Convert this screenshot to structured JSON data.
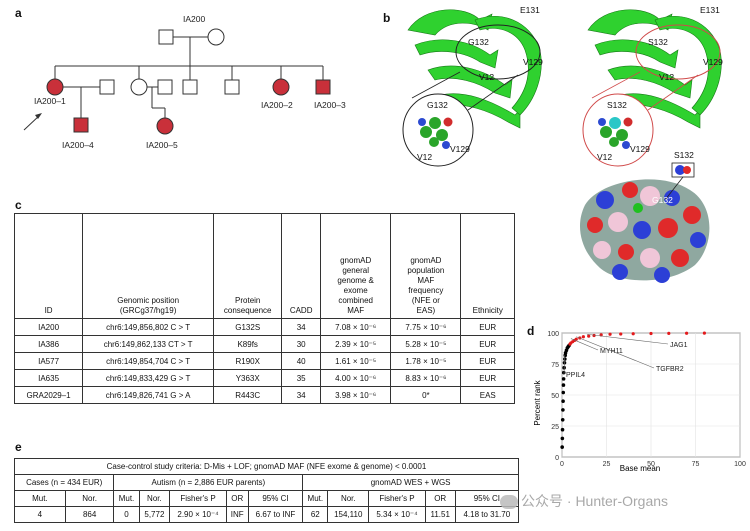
{
  "panels": {
    "a": "a",
    "b": "b",
    "c": "c",
    "d": "d",
    "e": "e"
  },
  "pedigree": {
    "family": "IA200",
    "ids": [
      "IA200–1",
      "IA200–4",
      "IA200–5",
      "IA200–2",
      "IA200–3"
    ]
  },
  "structure": {
    "left": {
      "labels": [
        "G132",
        "E131",
        "V12",
        "V129"
      ],
      "zoom_labels": [
        "G132",
        "V12",
        "V129"
      ]
    },
    "right": {
      "labels": [
        "S132",
        "E131",
        "V12",
        "V129"
      ],
      "zoom_labels": [
        "S132",
        "V12",
        "V129"
      ]
    },
    "surface": {
      "labels": [
        "S132",
        "G132"
      ]
    }
  },
  "table_c": {
    "headers": [
      "ID",
      "Genomic position\n(GRCg37/hg19)",
      "Protein\nconsequence",
      "CADD",
      "gnomAD\ngeneral\ngenome &\nexome\ncombined\nMAF",
      "gnomAD\npopulation\nMAF\nfrequency\n(NFE or\nEAS)",
      "Ethnicity"
    ],
    "rows": [
      [
        "IA200",
        "chr6:149,856,802 C > T",
        "G132S",
        "34",
        "7.08 × 10⁻⁶",
        "7.75 × 10⁻⁶",
        "EUR"
      ],
      [
        "IA386",
        "chr6:149,862,133 CT > T",
        "K89fs",
        "30",
        "2.39 × 10⁻⁵",
        "5.28 × 10⁻⁵",
        "EUR"
      ],
      [
        "IA577",
        "chr6:149,854,704 C > T",
        "R190X",
        "40",
        "1.61 × 10⁻⁵",
        "1.78 × 10⁻⁵",
        "EUR"
      ],
      [
        "IA635",
        "chr6:149,833,429 G > T",
        "Y363X",
        "35",
        "4.00 × 10⁻⁶",
        "8.83 × 10⁻⁶",
        "EUR"
      ],
      [
        "GRA2029–1",
        "chr6:149,826,741 G > A",
        "R443C",
        "34",
        "3.98 × 10⁻⁶",
        "0*",
        "EAS"
      ]
    ]
  },
  "chart_data": {
    "type": "scatter",
    "xlabel": "Base mean",
    "ylabel": "Percent rank",
    "xlim": [
      0,
      100
    ],
    "ylim": [
      0,
      100
    ],
    "xticks": [
      0,
      25,
      50,
      75,
      100
    ],
    "yticks": [
      0,
      25,
      50,
      75,
      100
    ],
    "colors": {
      "low": "#000000",
      "high": "#e31a1c"
    },
    "series": [
      {
        "values": [
          [
            0.1,
            8
          ],
          [
            0.2,
            15
          ],
          [
            0.3,
            22
          ],
          [
            0.4,
            30
          ],
          [
            0.5,
            38
          ],
          [
            0.6,
            45
          ],
          [
            0.7,
            52
          ],
          [
            0.8,
            58
          ],
          [
            0.9,
            63
          ],
          [
            1.0,
            68
          ],
          [
            1.2,
            72
          ],
          [
            1.4,
            76
          ],
          [
            1.6,
            79
          ],
          [
            1.8,
            82
          ],
          [
            2.0,
            84
          ],
          [
            2.5,
            86
          ],
          [
            3.0,
            88
          ],
          [
            3.5,
            89
          ],
          [
            4.0,
            90
          ]
        ]
      },
      {
        "values": [
          [
            4.5,
            91
          ],
          [
            5,
            92
          ],
          [
            6,
            93
          ],
          [
            7,
            94
          ],
          [
            8,
            95
          ],
          [
            10,
            96
          ],
          [
            12,
            97
          ],
          [
            15,
            97.5
          ],
          [
            18,
            98
          ],
          [
            22,
            98.5
          ],
          [
            27,
            99
          ],
          [
            33,
            99.2
          ],
          [
            40,
            99.4
          ],
          [
            50,
            99.6
          ],
          [
            60,
            99.7
          ],
          [
            70,
            99.8
          ],
          [
            80,
            99.9
          ]
        ]
      }
    ],
    "annotations": [
      {
        "label": "JAG1",
        "x": 14,
        "y": 99
      },
      {
        "label": "MYH11",
        "x": 5,
        "y": 95.5
      },
      {
        "label": "TGFBR2",
        "x": 8,
        "y": 97
      },
      {
        "label": "PPIL4",
        "x": 1.5,
        "y": 82
      }
    ]
  },
  "table_e": {
    "title": "Case-control study criteria: D-Mis + LOF; gnomAD MAF (NFE exome & genome) < 0.0001",
    "cases": "Cases (n = 434 EUR)",
    "autism": "Autism (n = 2,886 EUR parents)",
    "gnomad": "gnomAD WES + WGS",
    "col_heads": [
      "Mut.",
      "Nor.",
      "Mut.",
      "Nor.",
      "Fisher's P",
      "OR",
      "95% CI",
      "Mut.",
      "Nor.",
      "Fisher's P",
      "OR",
      "95% CI"
    ],
    "values": [
      "4",
      "864",
      "0",
      "5,772",
      "2.90 × 10⁻⁴",
      "INF",
      "6.67 to INF",
      "62",
      "154,110",
      "5.34 × 10⁻⁴",
      "11.51",
      "4.18 to 31.70"
    ]
  },
  "watermark": "公众号 · Hunter-Organs"
}
